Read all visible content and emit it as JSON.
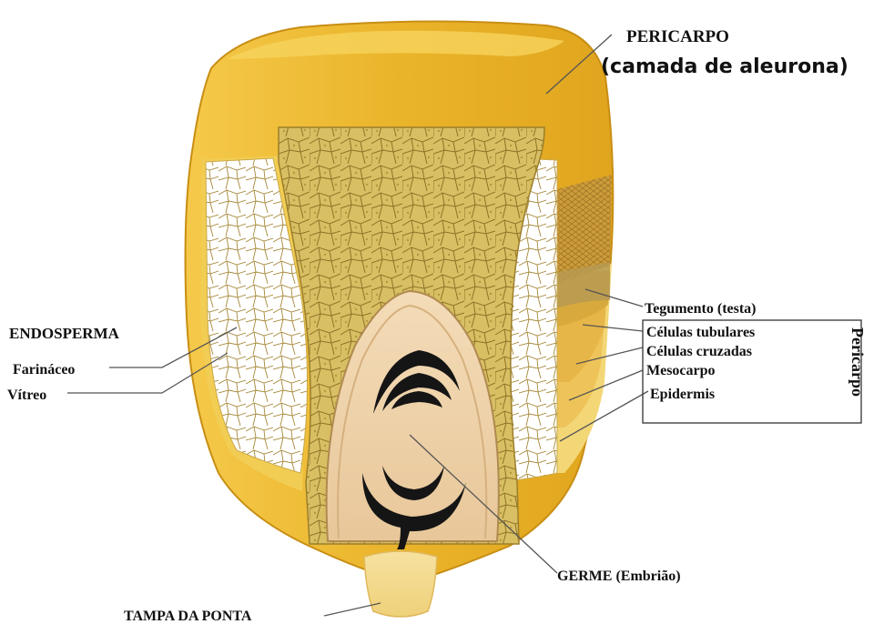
{
  "labels": {
    "pericarpo_top": "PERICARPO",
    "aleurona": "(camada de aleurona)",
    "tegumento": "Tegumento (testa)",
    "tubulares": "Células tubulares",
    "cruzadas": "Células cruzadas",
    "mesocarpo": "Mesocarpo",
    "epidermis": "Epidermis",
    "pericarpo_side": "Pericarpo",
    "endosperma": "ENDOSPERMA",
    "farinaceo": "Farináceo",
    "vitreo": "Vítreo",
    "germe": "GERME (Embrião)",
    "tampa": "TAMPA DA PONTA"
  },
  "colors": {
    "pericarp_outer": "#e9b52a",
    "pericarp_light": "#f3cd55",
    "horny_endosperm": "#d9c169",
    "floury_endosperm": "#ffffff",
    "cell_lines": "#9a7d2c",
    "germ": "#f0d2a6",
    "germ_dark": "#1a1a1a",
    "tip_cap": "#f1d98a",
    "label_text": "#111111",
    "leader_line": "#555555"
  }
}
